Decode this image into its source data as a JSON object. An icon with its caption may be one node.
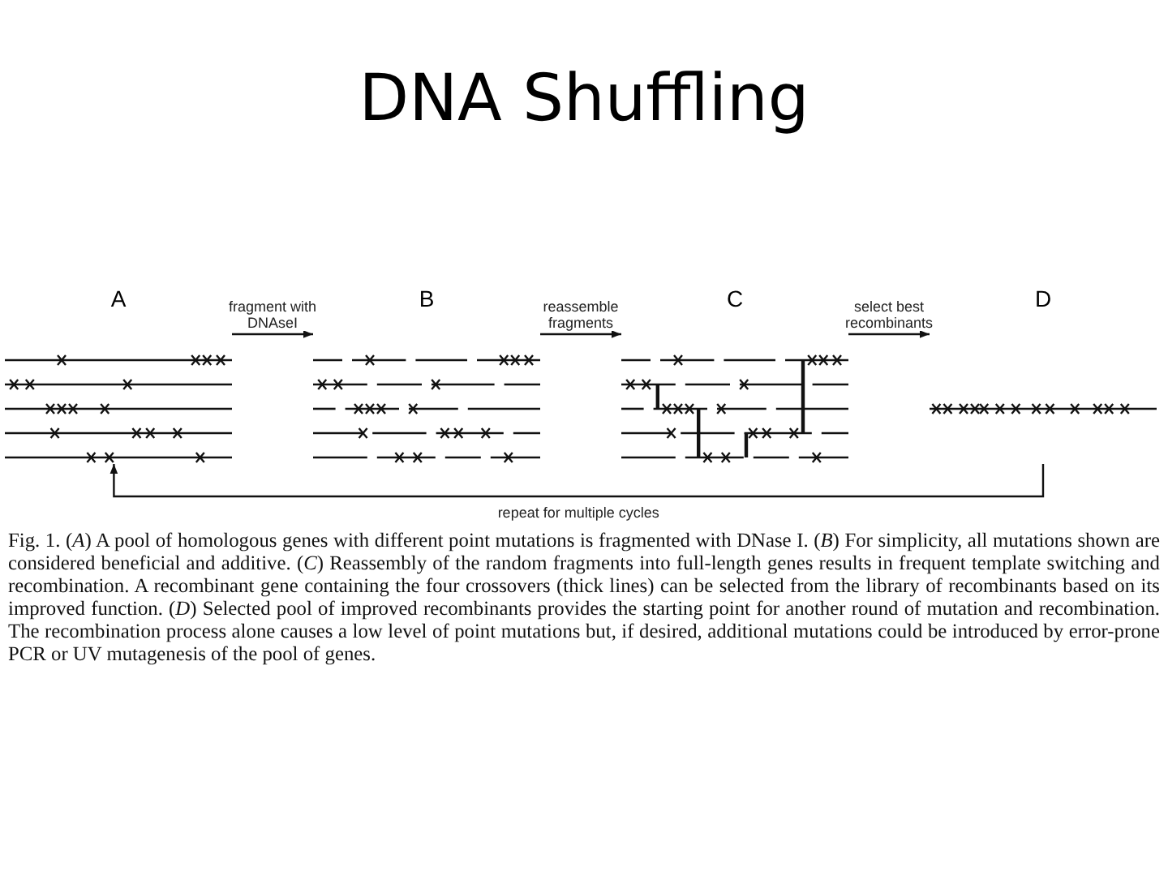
{
  "diagram": {
    "title": "DNA Shuffling",
    "nodes": [
      {
        "text": [
          "A"
        ]
      },
      {
        "text": [
          "B"
        ]
      },
      {
        "text": [
          "C"
        ]
      },
      {
        "text": [
          "D"
        ]
      }
    ],
    "edges": [
      {
        "from": 0,
        "to": 1,
        "arrow": "to",
        "label": "fragment with DNAseI"
      },
      {
        "from": 1,
        "to": 2,
        "arrow": "to",
        "label": "reassemble fragments"
      },
      {
        "from": 2,
        "to": 3,
        "arrow": "to",
        "label": "select best recombinants"
      },
      {
        "from": 3,
        "to": 0,
        "arrow": "to",
        "label": "repeat for multiple cycles"
      }
    ],
    "caption": "Fig. 1. (*A*) A pool of homologous genes with different point mutations is fragmented with DNase I. (*B*) For simplicity, all mutations shown are considered beneficial and additive. (*C*) Reassembly of the random fragments into full-length genes results in frequent template switching and recombination. A recombinant gene containing the four crossovers (thick lines) can be selected from the library of recombinants based on its improved function. (*D*) Selected pool of improved recombinants provides the starting point for another round of mutation and recombination. The recombination process alone causes a low level of point mutations but, if desired, additional mutations could be introduced by error-prone PCR or UV mutagenesis of the pool of genes."
  }
}
